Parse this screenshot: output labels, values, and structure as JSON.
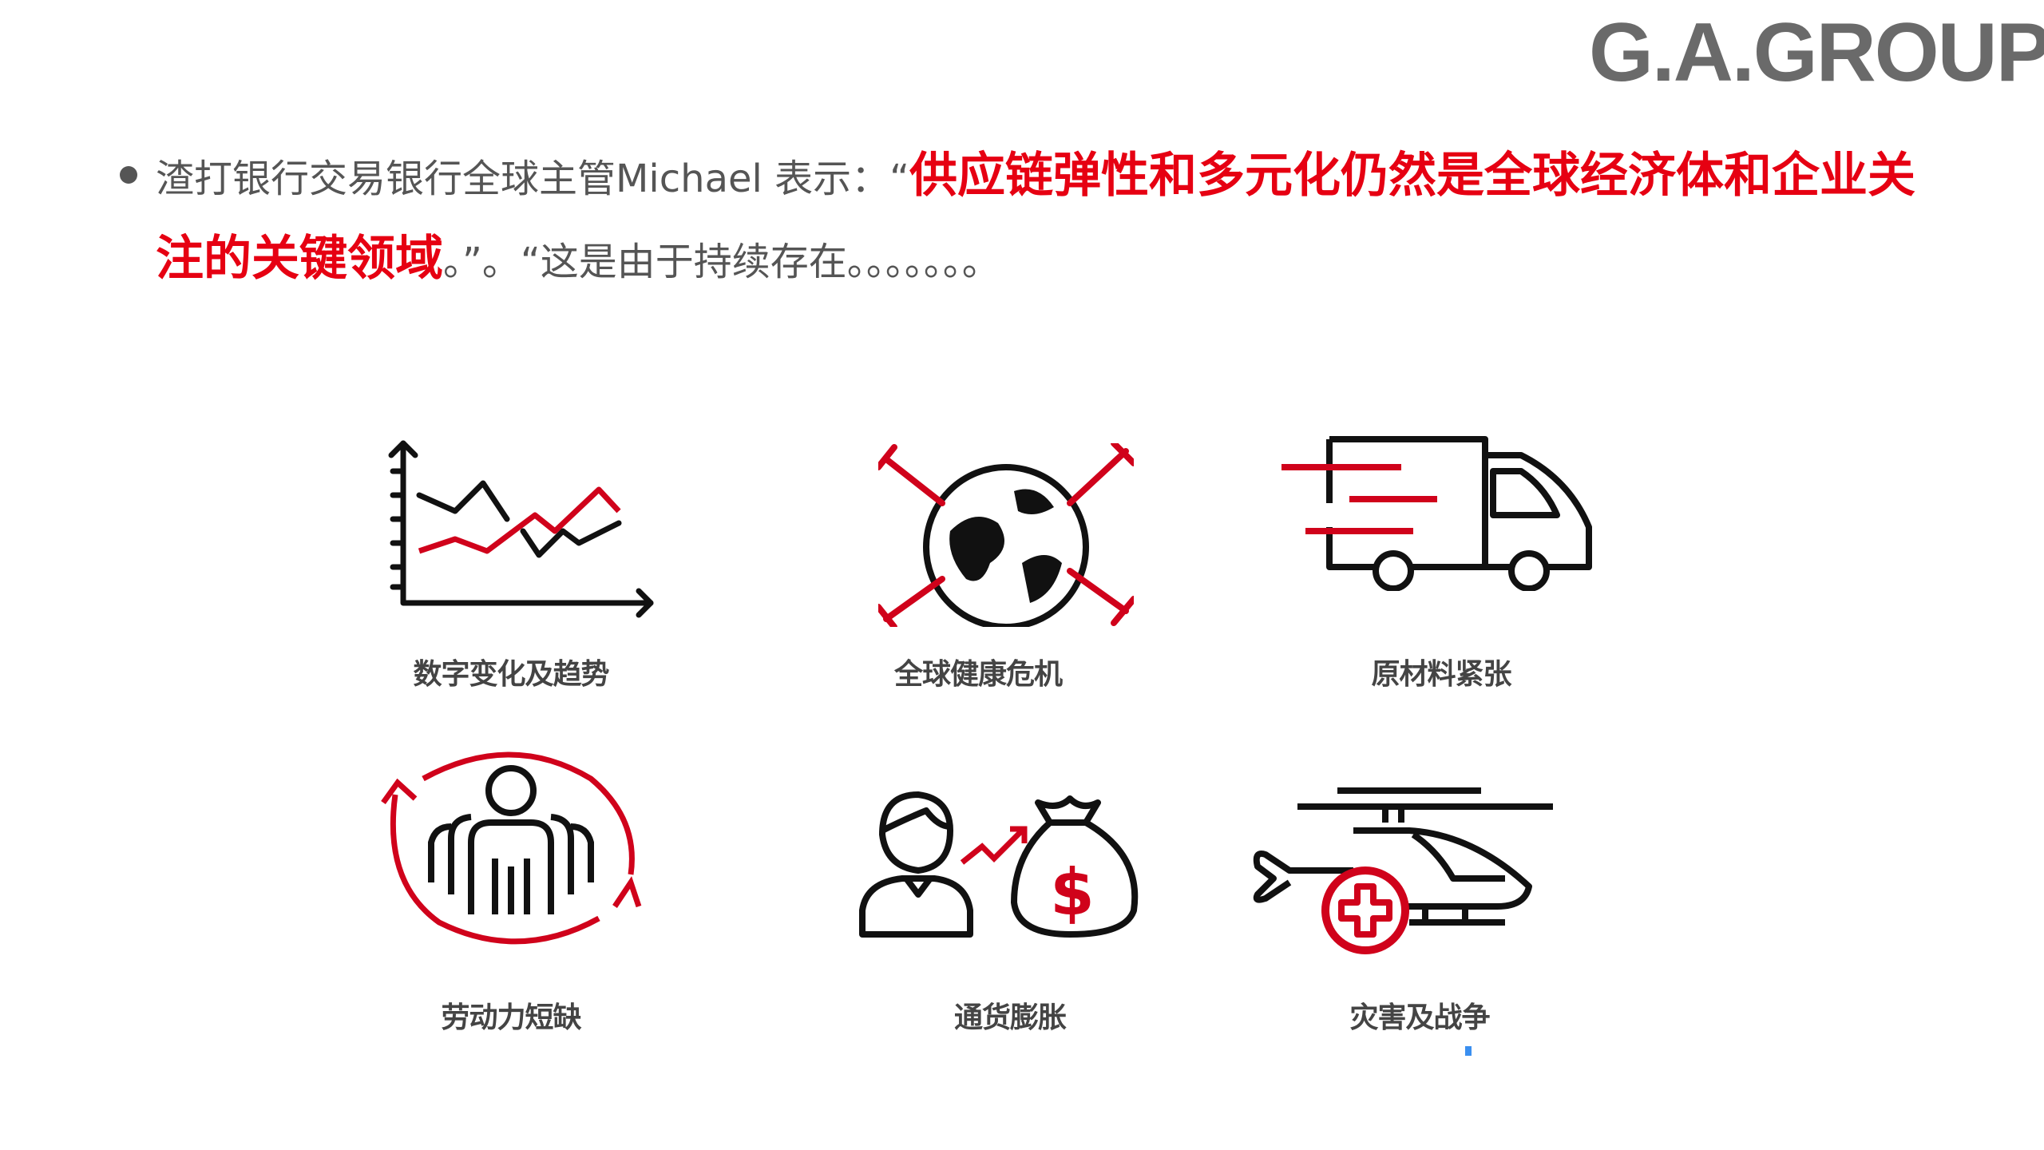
{
  "logo": {
    "text": "G.A.GROUP"
  },
  "bullet": {
    "prefix": "渣打银行交易银行全球主管Michael 表示：“",
    "highlight": "供应链弹性和多元化仍然是全球经济体和企业关注的关键领域",
    "suffix": "。”。“这是由于持续存在。。。。。。。"
  },
  "factors": [
    {
      "label": "数字变化及趋势",
      "icon": "line-chart-icon"
    },
    {
      "label": "全球健康危机",
      "icon": "globe-syringe-icon"
    },
    {
      "label": "原材料紧张",
      "icon": "delivery-truck-icon"
    },
    {
      "label": "劳动力短缺",
      "icon": "workforce-cycle-icon"
    },
    {
      "label": "通货膨胀",
      "icon": "money-bag-icon"
    },
    {
      "label": "灾害及战争",
      "icon": "medical-helicopter-icon"
    }
  ],
  "colors": {
    "accent": "#e60012",
    "text": "#555555",
    "icon": "#111111"
  }
}
